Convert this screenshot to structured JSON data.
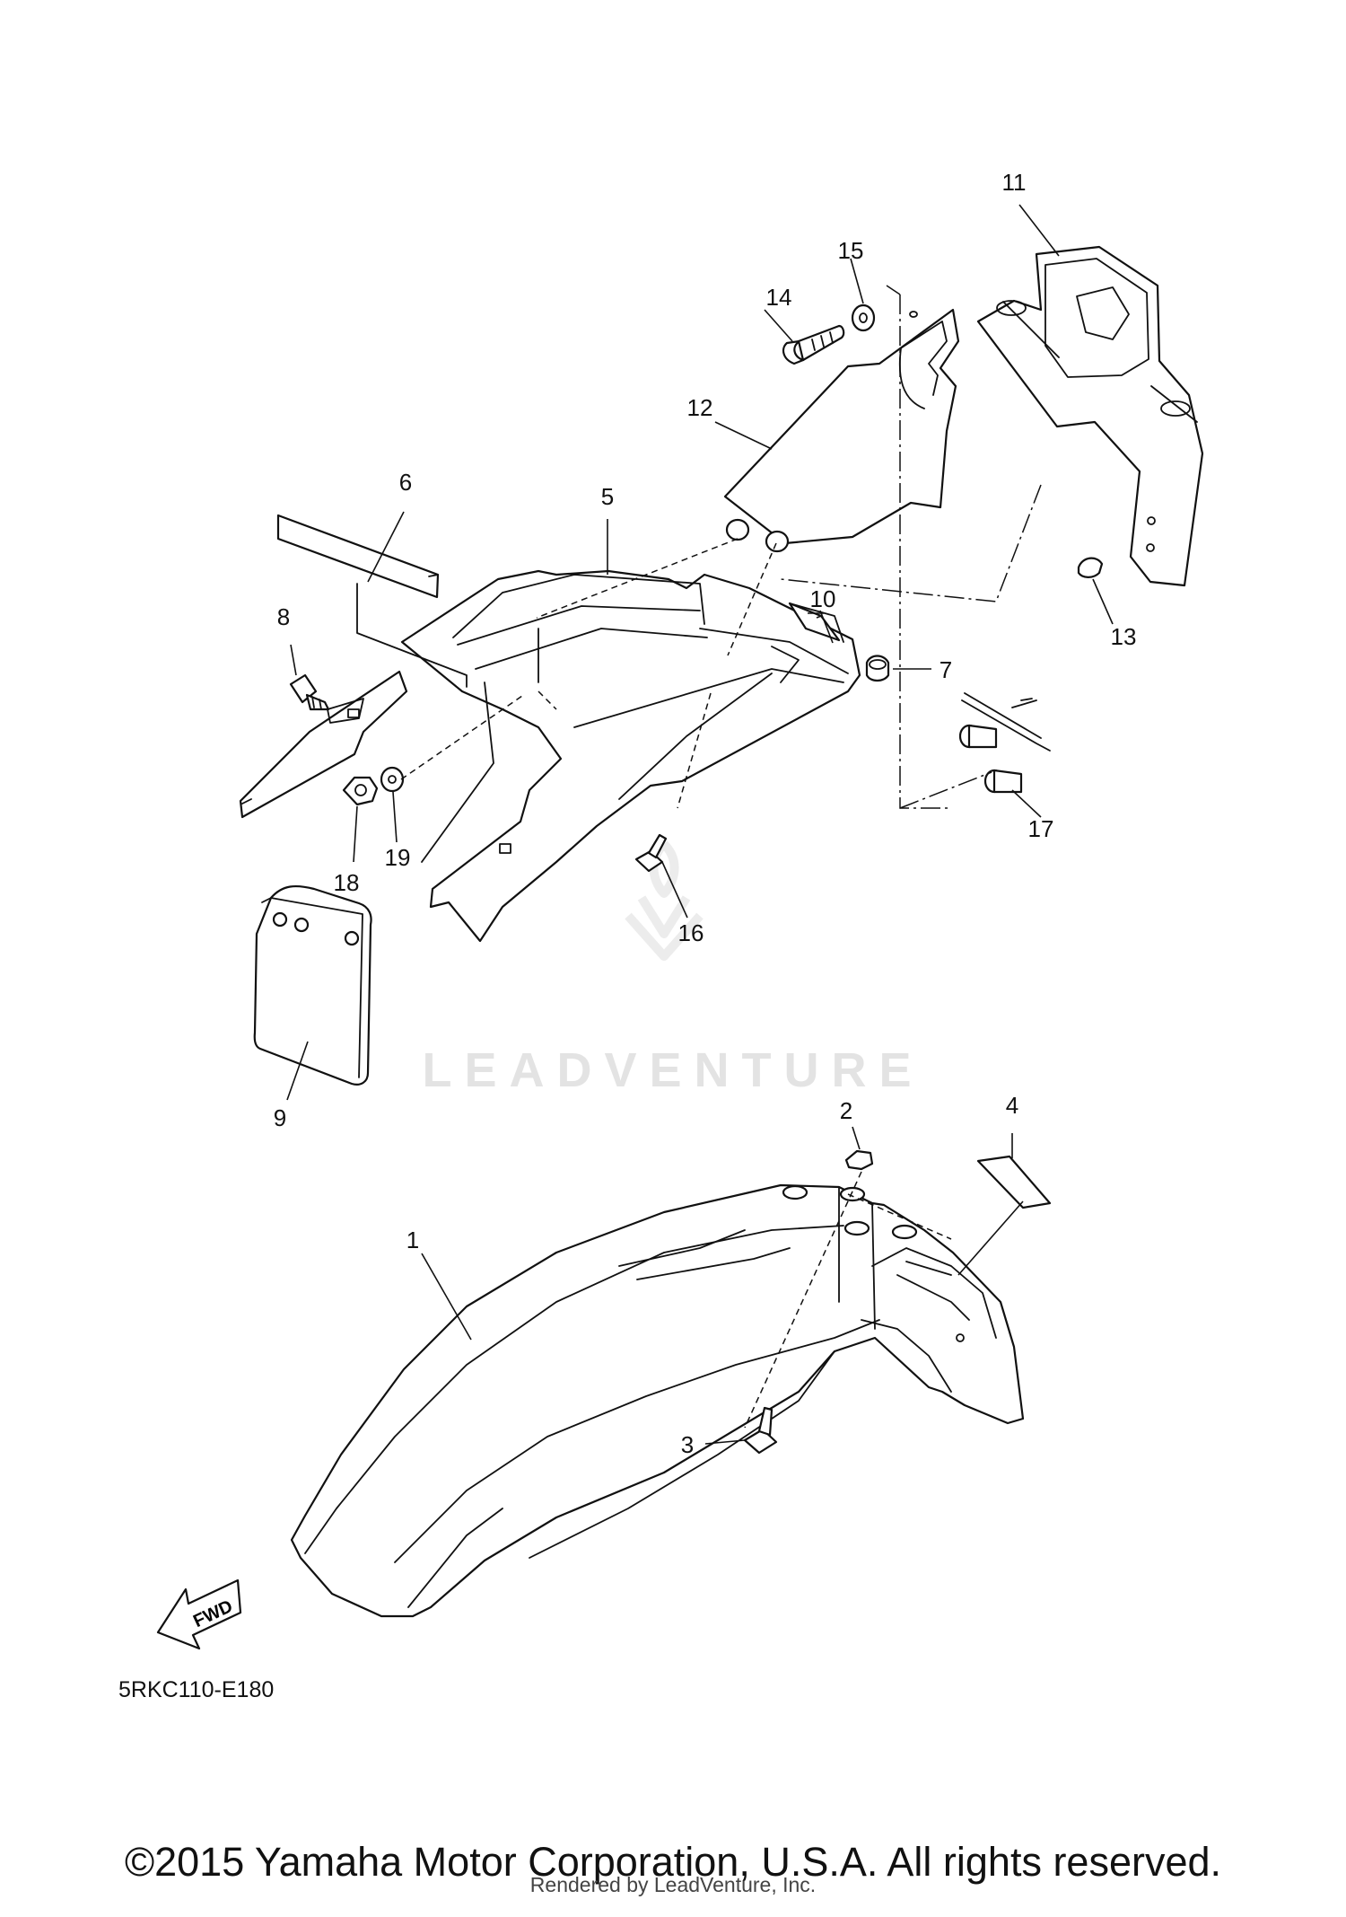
{
  "diagram": {
    "callouts": [
      "1",
      "2",
      "3",
      "4",
      "5",
      "6",
      "7",
      "8",
      "9",
      "10",
      "11",
      "12",
      "13",
      "14",
      "15",
      "16",
      "17",
      "18",
      "19"
    ],
    "code": "5RKC110-E180",
    "fwd_label": "FWD",
    "watermark": "LEADVENTURE"
  },
  "footer": {
    "copyright": "©2015 Yamaha Motor Corporation, U.S.A. All rights reserved.",
    "rendered_by": "Rendered by LeadVenture, Inc."
  }
}
